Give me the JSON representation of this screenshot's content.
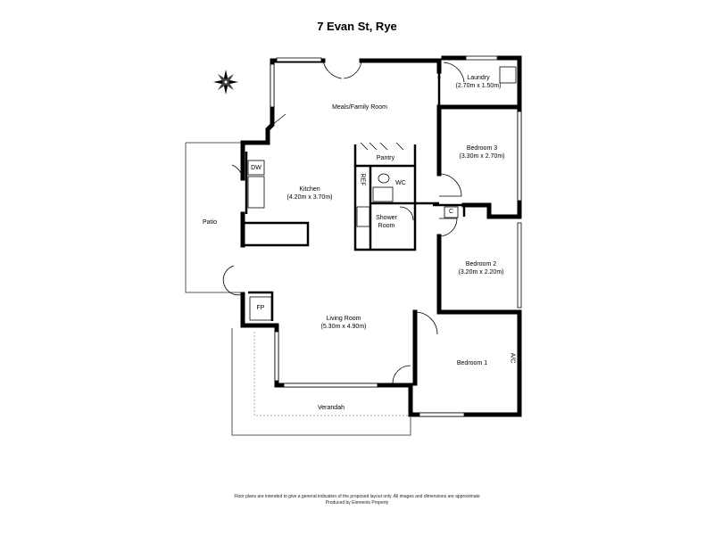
{
  "title": "7 Evan St, Rye",
  "rooms": {
    "laundry": {
      "name": "Laundry",
      "dims": "(2.70m x 1.50m)"
    },
    "meals": {
      "name": "Meals/Family Room"
    },
    "bedroom3": {
      "name": "Bedroom 3",
      "dims": "(3.30m x 2.70m)"
    },
    "pantry": {
      "name": "Pantry"
    },
    "kitchen": {
      "name": "Kitchen",
      "dims": "(4.20m x 3.70m)"
    },
    "wc": {
      "name": "WC"
    },
    "shower": {
      "name": "Shower Room"
    },
    "patio": {
      "name": "Patio"
    },
    "bedroom2": {
      "name": "Bedroom 2",
      "dims": "(3.20m x 2.20m)"
    },
    "living": {
      "name": "Living Room",
      "dims": "(5.30m x 4.90m)"
    },
    "bedroom1": {
      "name": "Bedroom 1"
    },
    "verandah": {
      "name": "Verandah"
    }
  },
  "fixtures": {
    "dw": "DW",
    "ref": "REF",
    "c": "C",
    "fp": "FP",
    "ac": "A/C"
  },
  "footer": {
    "line1": "Floor plans are intended to give a general indication of the proposed layout only. All images and dimensions are approximate",
    "line2": "Produced by Elements Property"
  }
}
